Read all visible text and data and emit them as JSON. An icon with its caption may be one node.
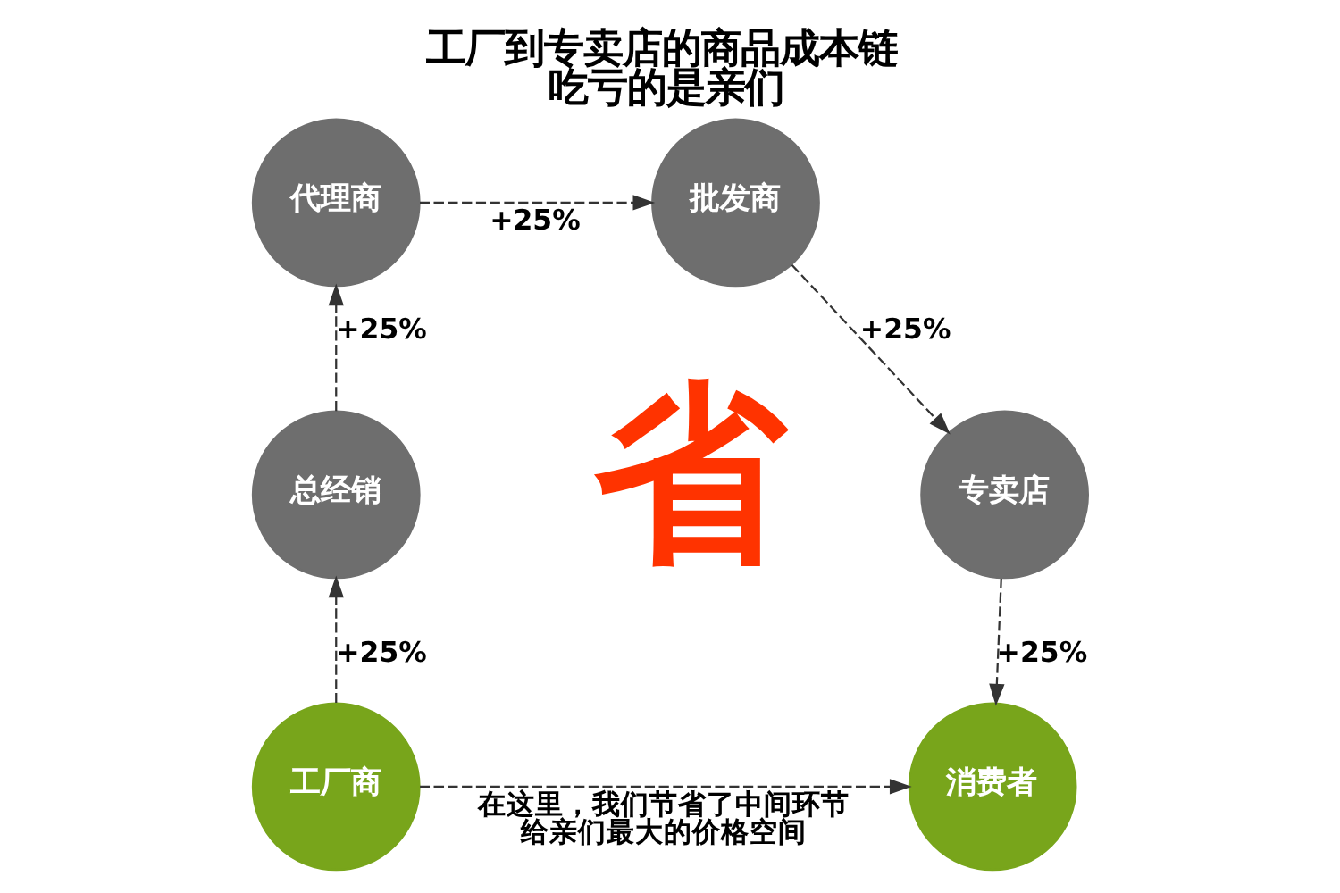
{
  "diagram": {
    "title": "工厂到专卖店的商品成本链吃亏的是亲们",
    "nodes": [
      {
        "text": [
          "工厂商"
        ]
      },
      {
        "text": [
          "总经销"
        ]
      },
      {
        "text": [
          "代理商"
        ]
      },
      {
        "text": [
          "批发商"
        ]
      },
      {
        "text": [
          "专卖店"
        ]
      },
      {
        "text": [
          "消费者"
        ]
      }
    ],
    "edges": [
      {
        "from": 0,
        "to": 1,
        "arrow": "to",
        "label": "+25%",
        "style": "dashed"
      },
      {
        "from": 1,
        "to": 2,
        "arrow": "to",
        "label": "+25%",
        "style": "dashed"
      },
      {
        "from": 2,
        "to": 3,
        "arrow": "to",
        "label": "+25%",
        "style": "dashed"
      },
      {
        "from": 3,
        "to": 4,
        "arrow": "to",
        "label": "+25%",
        "style": "dashed"
      },
      {
        "from": 4,
        "to": 5,
        "arrow": "to",
        "label": "+25%",
        "style": "dashed"
      },
      {
        "from": 0,
        "to": 5,
        "arrow": "to",
        "label": "在这里，我们节省了中间环节给亲们最大的价格空间",
        "style": "dashed"
      }
    ],
    "labels": [
      "省"
    ]
  }
}
